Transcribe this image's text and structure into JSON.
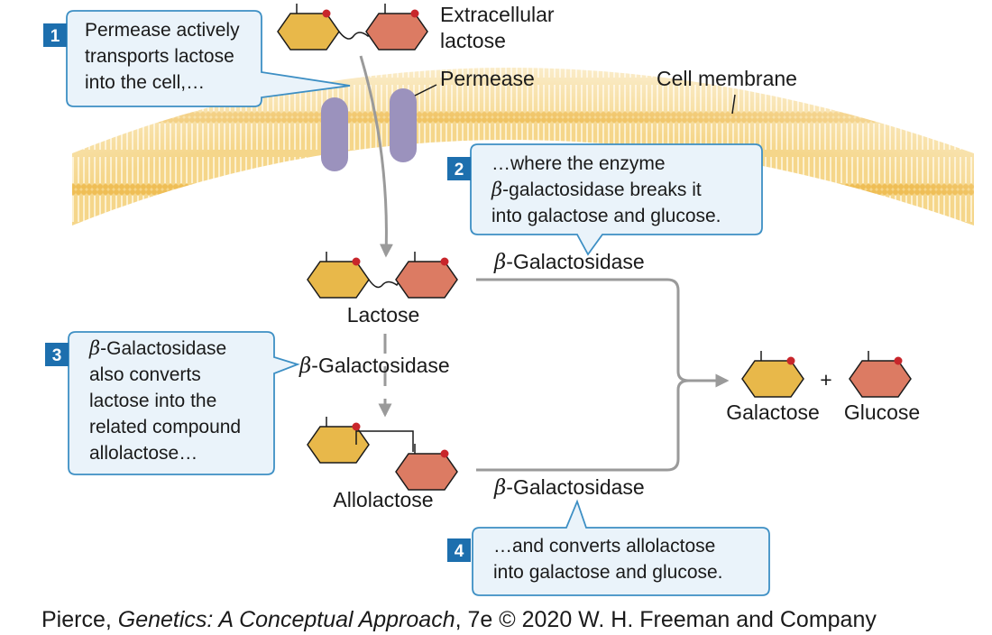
{
  "labels": {
    "extracellular_line1": "Extracellular",
    "extracellular_line2": "lactose",
    "permease": "Permease",
    "cell_membrane": "Cell membrane",
    "lactose": "Lactose",
    "allolactose": "Allolactose",
    "galactose": "Galactose",
    "glucose": "Glucose",
    "plus": "+",
    "beta_symbol": "β",
    "galactosidase": "-Galactosidase"
  },
  "steps": [
    {
      "number": "1",
      "lines": [
        "Permease actively",
        "transports lactose",
        "into the cell,…"
      ]
    },
    {
      "number": "2",
      "lines": [
        "…where the enzyme",
        "-galactosidase breaks it",
        "into galactose and glucose."
      ]
    },
    {
      "number": "3",
      "lines": [
        "-Galactosidase",
        "also converts",
        "lactose into the",
        "related compound",
        "allolactose…"
      ]
    },
    {
      "number": "4",
      "lines": [
        "…and converts allolactose",
        "into galactose and glucose."
      ]
    }
  ],
  "credit": {
    "author": "Pierce, ",
    "title": "Genetics: A Conceptual Approach",
    "rest": ", 7e © 2020 W. H. Freeman and Company"
  },
  "colors": {
    "galactose": "#e8b84a",
    "glucose": "#dc7b63",
    "permease": "#9b92bd",
    "membrane": "#f7d98e",
    "arrow": "#9a9a9a",
    "callout_fill": "#eaf3fa",
    "callout_border": "#3d8fc4",
    "step_badge": "#1d6fae",
    "red_dot": "#c8262b"
  }
}
